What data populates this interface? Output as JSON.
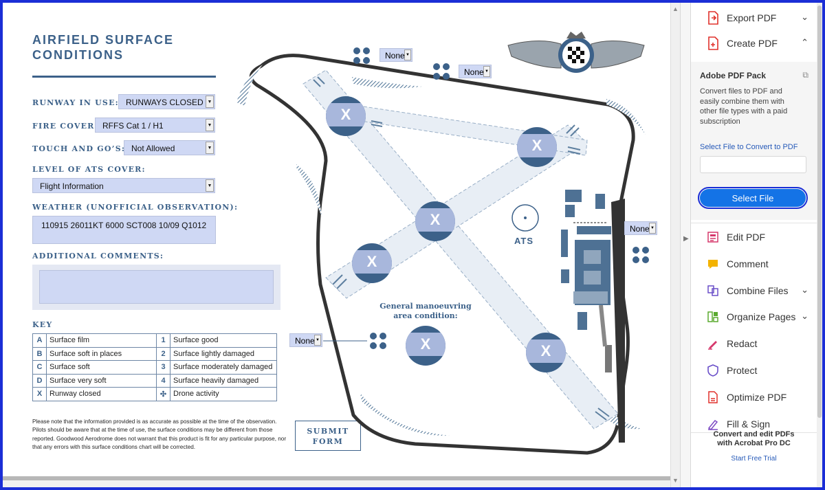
{
  "form": {
    "title_line1": "AIRFIELD SURFACE",
    "title_line2": "CONDITIONS",
    "runway_label": "RUNWAY IN USE:",
    "runway_value": "RUNWAYS CLOSED",
    "fire_label": "FIRE COVER:",
    "fire_value": "RFFS Cat 1 / H1",
    "touch_label": "TOUCH AND GO’S:",
    "touch_value": "Not Allowed",
    "ats_label": "LEVEL OF ATS COVER:",
    "ats_value": "Flight Information",
    "weather_label": "WEATHER (UNOFFICIAL OBSERVATION):",
    "weather_value": "110915 26011KT 6000 SCT008 10/09 Q1012",
    "comments_label": "ADDITIONAL COMMENTS:",
    "comments_value": "",
    "key_title": "KEY",
    "disclaimer": "Please note that the information provided is as accurate as possible at the time of the observation. Pilots should be aware that at the time of use, the surface conditions may be different from those reported. Goodwood Aerodrome does not warrant that this product is fit for any particular purpose, nor that any errors with this surface conditions chart will be corrected.",
    "submit_line1": "SUBMIT",
    "submit_line2": "FORM"
  },
  "key": [
    {
      "c1": "A",
      "d1": "Surface film",
      "c2": "1",
      "d2": "Surface good"
    },
    {
      "c1": "B",
      "d1": "Surface soft in places",
      "c2": "2",
      "d2": "Surface lightly damaged"
    },
    {
      "c1": "C",
      "d1": "Surface soft",
      "c2": "3",
      "d2": "Surface moderately damaged"
    },
    {
      "c1": "D",
      "d1": "Surface very soft",
      "c2": "4",
      "d2": "Surface heavily damaged"
    },
    {
      "c1": "X",
      "d1": "Runway closed",
      "c2": "",
      "d2": "Drone activity"
    }
  ],
  "map": {
    "ats_text": "ATS",
    "general_line1": "General manoeuvring",
    "general_line2": "area condition:",
    "x_marks": [
      "X",
      "X",
      "X",
      "X",
      "X",
      "X"
    ],
    "drone_selects": [
      "None",
      "None",
      "None",
      "None"
    ]
  },
  "panel": {
    "export_pdf": "Export PDF",
    "create_pdf": "Create PDF",
    "pack_title": "Adobe PDF Pack",
    "pack_desc": "Convert files to PDF and easily combine them with other file types with a paid subscription",
    "select_link": "Select File to Convert to PDF",
    "select_button": "Select File",
    "tools": [
      "Edit PDF",
      "Comment",
      "Combine Files",
      "Organize Pages",
      "Redact",
      "Protect",
      "Optimize PDF",
      "Fill & Sign"
    ],
    "promo_line1": "Convert and edit PDFs",
    "promo_line2": "with Acrobat Pro DC",
    "promo_link": "Start Free Trial"
  },
  "colors": {
    "accent_blue": "#3c6189",
    "field_fill": "#cfd8f4",
    "adobe_blue": "#1473e6",
    "window_border": "#1b2ed6"
  }
}
